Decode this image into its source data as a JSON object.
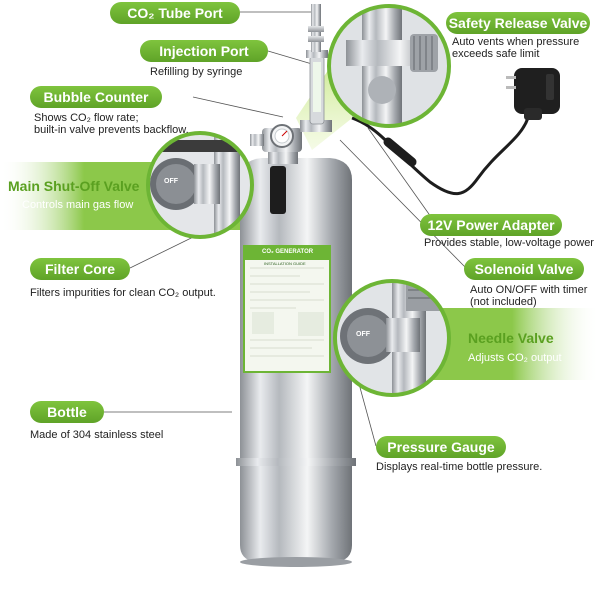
{
  "callouts": {
    "co2_tube_port": {
      "title": "CO₂ Tube Port"
    },
    "injection_port": {
      "title": "Injection Port",
      "desc": "Refilling by syringe"
    },
    "bubble_counter": {
      "title": "Bubble Counter",
      "desc_line1": "Shows CO₂ flow rate;",
      "desc_line2": "built-in valve prevents backflow."
    },
    "main_shutoff": {
      "title": "Main Shut-Off Valve",
      "desc": "Controls main gas flow"
    },
    "filter_core": {
      "title": "Filter Core",
      "desc": "Filters impurities for clean CO₂ output."
    },
    "bottle": {
      "title": "Bottle",
      "desc": "Made of 304 stainless steel"
    },
    "safety_release": {
      "title": "Safety Release Valve",
      "desc_line1": "Auto vents when pressure",
      "desc_line2": "exceeds safe limit"
    },
    "power_adapter": {
      "title": "12V Power Adapter",
      "desc": "Provides stable, low-voltage power"
    },
    "solenoid": {
      "title": "Solenoid Valve",
      "desc_line1": "Auto ON/OFF with timer",
      "desc_line2": "(not included)"
    },
    "needle_valve": {
      "title": "Needle Valve",
      "desc": "Adjusts CO₂ output"
    },
    "pressure_gauge": {
      "title": "Pressure Gauge",
      "desc": "Displays real-time bottle pressure."
    }
  },
  "product_label": {
    "title": "CO₂ GENERATOR",
    "subtitle": "INSTALLATION GUIDE"
  },
  "knob_text": "OFF",
  "colors": {
    "accent_green": "#6db535",
    "steel": "#c9ccd0"
  }
}
